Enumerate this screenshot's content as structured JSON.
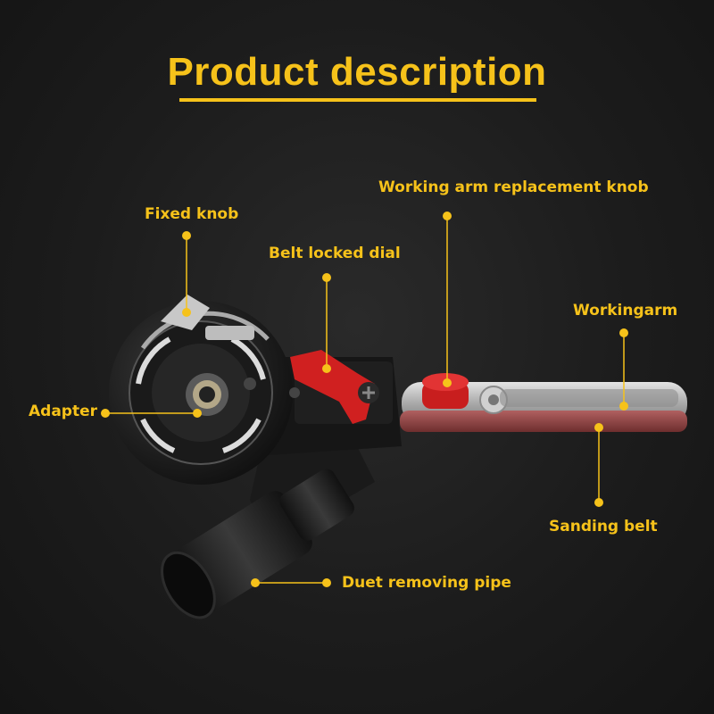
{
  "title": "Product description",
  "accent_color": "#f6c21a",
  "callouts": {
    "fixed_knob": "Fixed knob",
    "belt_locked_dial": "Belt locked dial",
    "working_arm_replacement_knob": "Working arm replacement knob",
    "workingarm": "Workingarm",
    "adapter": "Adapter",
    "sanding_belt": "Sanding belt",
    "duct_removing_pipe": "Duet removing pipe"
  }
}
